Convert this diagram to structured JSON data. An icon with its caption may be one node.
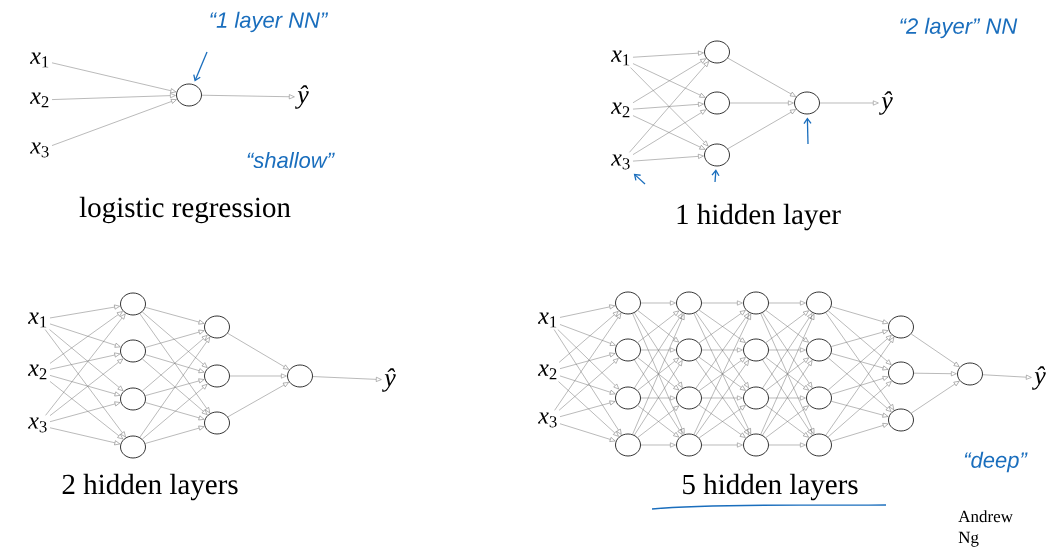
{
  "diagram": {
    "nodes": [
      {
        "text": [
          "*x*$_{1}$"
        ]
      },
      {
        "text": [
          "*x*$_{2}$"
        ]
      },
      {
        "text": [
          "*x*$_{3}$"
        ]
      },
      {
        "text": [],
        "shape": "circle"
      },
      {
        "text": [
          "ŷ"
        ]
      },
      {
        "text": [
          "*x*$_{1}$"
        ]
      },
      {
        "text": [
          "*x*$_{2}$"
        ]
      },
      {
        "text": [
          "*x*$_{3}$"
        ]
      },
      {
        "text": [],
        "shape": "circle"
      },
      {
        "text": [],
        "shape": "circle"
      },
      {
        "text": [],
        "shape": "circle"
      },
      {
        "text": [],
        "shape": "circle"
      },
      {
        "text": [
          "ŷ"
        ]
      },
      {
        "text": [
          "*x*$_{1}$"
        ]
      },
      {
        "text": [
          "*x*$_{2}$"
        ]
      },
      {
        "text": [
          "*x*$_{3}$"
        ]
      },
      {
        "text": [],
        "shape": "circle"
      },
      {
        "text": [],
        "shape": "circle"
      },
      {
        "text": [],
        "shape": "circle"
      },
      {
        "text": [],
        "shape": "circle"
      },
      {
        "text": [],
        "shape": "circle"
      },
      {
        "text": [],
        "shape": "circle"
      },
      {
        "text": [],
        "shape": "circle"
      },
      {
        "text": [],
        "shape": "circle"
      },
      {
        "text": [
          "ŷ"
        ]
      },
      {
        "text": [
          "*x*$_{1}$"
        ]
      },
      {
        "text": [
          "*x*$_{2}$"
        ]
      },
      {
        "text": [
          "*x*$_{3}$"
        ]
      },
      {
        "text": [],
        "shape": "circle"
      },
      {
        "text": [],
        "shape": "circle"
      },
      {
        "text": [],
        "shape": "circle"
      },
      {
        "text": [],
        "shape": "circle"
      },
      {
        "text": [],
        "shape": "circle"
      },
      {
        "text": [],
        "shape": "circle"
      },
      {
        "text": [],
        "shape": "circle"
      },
      {
        "text": [],
        "shape": "circle"
      },
      {
        "text": [],
        "shape": "circle"
      },
      {
        "text": [],
        "shape": "circle"
      },
      {
        "text": [],
        "shape": "circle"
      },
      {
        "text": [],
        "shape": "circle"
      },
      {
        "text": [],
        "shape": "circle"
      },
      {
        "text": [],
        "shape": "circle"
      },
      {
        "text": [],
        "shape": "circle"
      },
      {
        "text": [],
        "shape": "circle"
      },
      {
        "text": [],
        "shape": "circle"
      },
      {
        "text": [],
        "shape": "circle"
      },
      {
        "text": [],
        "shape": "circle"
      },
      {
        "text": [],
        "shape": "circle"
      },
      {
        "text": [
          "ŷ"
        ]
      }
    ],
    "edges": [
      {
        "from": 0,
        "to": 3,
        "arrow": "to"
      },
      {
        "from": 1,
        "to": 3,
        "arrow": "to"
      },
      {
        "from": 2,
        "to": 3,
        "arrow": "to"
      },
      {
        "from": 3,
        "to": 4,
        "arrow": "to"
      },
      {
        "from": 5,
        "to": 8,
        "arrow": "to"
      },
      {
        "from": 5,
        "to": 9,
        "arrow": "to"
      },
      {
        "from": 5,
        "to": 10,
        "arrow": "to"
      },
      {
        "from": 6,
        "to": 8,
        "arrow": "to"
      },
      {
        "from": 6,
        "to": 9,
        "arrow": "to"
      },
      {
        "from": 6,
        "to": 10,
        "arrow": "to"
      },
      {
        "from": 7,
        "to": 8,
        "arrow": "to"
      },
      {
        "from": 7,
        "to": 9,
        "arrow": "to"
      },
      {
        "from": 7,
        "to": 10,
        "arrow": "to"
      },
      {
        "from": 8,
        "to": 11,
        "arrow": "to"
      },
      {
        "from": 9,
        "to": 11,
        "arrow": "to"
      },
      {
        "from": 10,
        "to": 11,
        "arrow": "to"
      },
      {
        "from": 11,
        "to": 12,
        "arrow": "to"
      },
      {
        "from": 13,
        "to": 16,
        "arrow": "to"
      },
      {
        "from": 13,
        "to": 17,
        "arrow": "to"
      },
      {
        "from": 13,
        "to": 18,
        "arrow": "to"
      },
      {
        "from": 13,
        "to": 19,
        "arrow": "to"
      },
      {
        "from": 14,
        "to": 16,
        "arrow": "to"
      },
      {
        "from": 14,
        "to": 17,
        "arrow": "to"
      },
      {
        "from": 14,
        "to": 18,
        "arrow": "to"
      },
      {
        "from": 14,
        "to": 19,
        "arrow": "to"
      },
      {
        "from": 15,
        "to": 16,
        "arrow": "to"
      },
      {
        "from": 15,
        "to": 17,
        "arrow": "to"
      },
      {
        "from": 15,
        "to": 18,
        "arrow": "to"
      },
      {
        "from": 15,
        "to": 19,
        "arrow": "to"
      },
      {
        "from": 16,
        "to": 20,
        "arrow": "to"
      },
      {
        "from": 16,
        "to": 21,
        "arrow": "to"
      },
      {
        "from": 16,
        "to": 22,
        "arrow": "to"
      },
      {
        "from": 17,
        "to": 20,
        "arrow": "to"
      },
      {
        "from": 17,
        "to": 21,
        "arrow": "to"
      },
      {
        "from": 17,
        "to": 22,
        "arrow": "to"
      },
      {
        "from": 18,
        "to": 20,
        "arrow": "to"
      },
      {
        "from": 18,
        "to": 21,
        "arrow": "to"
      },
      {
        "from": 18,
        "to": 22,
        "arrow": "to"
      },
      {
        "from": 19,
        "to": 20,
        "arrow": "to"
      },
      {
        "from": 19,
        "to": 21,
        "arrow": "to"
      },
      {
        "from": 19,
        "to": 22,
        "arrow": "to"
      },
      {
        "from": 20,
        "to": 23,
        "arrow": "to"
      },
      {
        "from": 21,
        "to": 23,
        "arrow": "to"
      },
      {
        "from": 22,
        "to": 23,
        "arrow": "to"
      },
      {
        "from": 23,
        "to": 24,
        "arrow": "to"
      },
      {
        "from": 25,
        "to": 28,
        "arrow": "to"
      },
      {
        "from": 25,
        "to": 29,
        "arrow": "to"
      },
      {
        "from": 25,
        "to": 30,
        "arrow": "to"
      },
      {
        "from": 25,
        "to": 31,
        "arrow": "to"
      },
      {
        "from": 26,
        "to": 28,
        "arrow": "to"
      },
      {
        "from": 26,
        "to": 29,
        "arrow": "to"
      },
      {
        "from": 26,
        "to": 30,
        "arrow": "to"
      },
      {
        "from": 26,
        "to": 31,
        "arrow": "to"
      },
      {
        "from": 27,
        "to": 28,
        "arrow": "to"
      },
      {
        "from": 27,
        "to": 29,
        "arrow": "to"
      },
      {
        "from": 27,
        "to": 30,
        "arrow": "to"
      },
      {
        "from": 27,
        "to": 31,
        "arrow": "to"
      },
      {
        "from": 28,
        "to": 32,
        "arrow": "to"
      },
      {
        "from": 28,
        "to": 33,
        "arrow": "to"
      },
      {
        "from": 28,
        "to": 34,
        "arrow": "to"
      },
      {
        "from": 28,
        "to": 35,
        "arrow": "to"
      },
      {
        "from": 29,
        "to": 32,
        "arrow": "to"
      },
      {
        "from": 29,
        "to": 33,
        "arrow": "to"
      },
      {
        "from": 29,
        "to": 34,
        "arrow": "to"
      },
      {
        "from": 29,
        "to": 35,
        "arrow": "to"
      },
      {
        "from": 30,
        "to": 32,
        "arrow": "to"
      },
      {
        "from": 30,
        "to": 33,
        "arrow": "to"
      },
      {
        "from": 30,
        "to": 34,
        "arrow": "to"
      },
      {
        "from": 30,
        "to": 35,
        "arrow": "to"
      },
      {
        "from": 31,
        "to": 32,
        "arrow": "to"
      },
      {
        "from": 31,
        "to": 33,
        "arrow": "to"
      },
      {
        "from": 31,
        "to": 34,
        "arrow": "to"
      },
      {
        "from": 31,
        "to": 35,
        "arrow": "to"
      },
      {
        "from": 32,
        "to": 36,
        "arrow": "to"
      },
      {
        "from": 32,
        "to": 37,
        "arrow": "to"
      },
      {
        "from": 32,
        "to": 38,
        "arrow": "to"
      },
      {
        "from": 32,
        "to": 39,
        "arrow": "to"
      },
      {
        "from": 33,
        "to": 36,
        "arrow": "to"
      },
      {
        "from": 33,
        "to": 37,
        "arrow": "to"
      },
      {
        "from": 33,
        "to": 38,
        "arrow": "to"
      },
      {
        "from": 33,
        "to": 39,
        "arrow": "to"
      },
      {
        "from": 34,
        "to": 36,
        "arrow": "to"
      },
      {
        "from": 34,
        "to": 37,
        "arrow": "to"
      },
      {
        "from": 34,
        "to": 38,
        "arrow": "to"
      },
      {
        "from": 34,
        "to": 39,
        "arrow": "to"
      },
      {
        "from": 35,
        "to": 36,
        "arrow": "to"
      },
      {
        "from": 35,
        "to": 37,
        "arrow": "to"
      },
      {
        "from": 35,
        "to": 38,
        "arrow": "to"
      },
      {
        "from": 35,
        "to": 39,
        "arrow": "to"
      },
      {
        "from": 36,
        "to": 40,
        "arrow": "to"
      },
      {
        "from": 36,
        "to": 41,
        "arrow": "to"
      },
      {
        "from": 36,
        "to": 42,
        "arrow": "to"
      },
      {
        "from": 36,
        "to": 43,
        "arrow": "to"
      },
      {
        "from": 37,
        "to": 40,
        "arrow": "to"
      },
      {
        "from": 37,
        "to": 41,
        "arrow": "to"
      },
      {
        "from": 37,
        "to": 42,
        "arrow": "to"
      },
      {
        "from": 37,
        "to": 43,
        "arrow": "to"
      },
      {
        "from": 38,
        "to": 40,
        "arrow": "to"
      },
      {
        "from": 38,
        "to": 41,
        "arrow": "to"
      },
      {
        "from": 38,
        "to": 42,
        "arrow": "to"
      },
      {
        "from": 38,
        "to": 43,
        "arrow": "to"
      },
      {
        "from": 39,
        "to": 40,
        "arrow": "to"
      },
      {
        "from": 39,
        "to": 41,
        "arrow": "to"
      },
      {
        "from": 39,
        "to": 42,
        "arrow": "to"
      },
      {
        "from": 39,
        "to": 43,
        "arrow": "to"
      },
      {
        "from": 40,
        "to": 44,
        "arrow": "to"
      },
      {
        "from": 40,
        "to": 45,
        "arrow": "to"
      },
      {
        "from": 40,
        "to": 46,
        "arrow": "to"
      },
      {
        "from": 41,
        "to": 44,
        "arrow": "to"
      },
      {
        "from": 41,
        "to": 45,
        "arrow": "to"
      },
      {
        "from": 41,
        "to": 46,
        "arrow": "to"
      },
      {
        "from": 42,
        "to": 44,
        "arrow": "to"
      },
      {
        "from": 42,
        "to": 45,
        "arrow": "to"
      },
      {
        "from": 42,
        "to": 46,
        "arrow": "to"
      },
      {
        "from": 43,
        "to": 44,
        "arrow": "to"
      },
      {
        "from": 43,
        "to": 45,
        "arrow": "to"
      },
      {
        "from": 43,
        "to": 46,
        "arrow": "to"
      },
      {
        "from": 44,
        "to": 47,
        "arrow": "to"
      },
      {
        "from": 45,
        "to": 47,
        "arrow": "to"
      },
      {
        "from": 46,
        "to": 47,
        "arrow": "to"
      },
      {
        "from": 47,
        "to": 48,
        "arrow": "to"
      },
      {
        "from": null,
        "to": 3,
        "arrow": "to",
        "color": "#1a6ebd"
      },
      {
        "from": null,
        "to": 7,
        "arrow": "to",
        "color": "#1a6ebd"
      },
      {
        "from": null,
        "to": 10,
        "arrow": "to",
        "color": "#1a6ebd"
      },
      {
        "from": null,
        "to": 11,
        "arrow": "to",
        "color": "#1a6ebd"
      }
    ],
    "labels": [
      "“1 layer NN”",
      "“shallow”",
      "logistic regression",
      "“2 layer” NN",
      "1 hidden layer",
      "2 hidden layers",
      "5 hidden layers",
      "“deep”",
      "Andrew Ng"
    ]
  }
}
